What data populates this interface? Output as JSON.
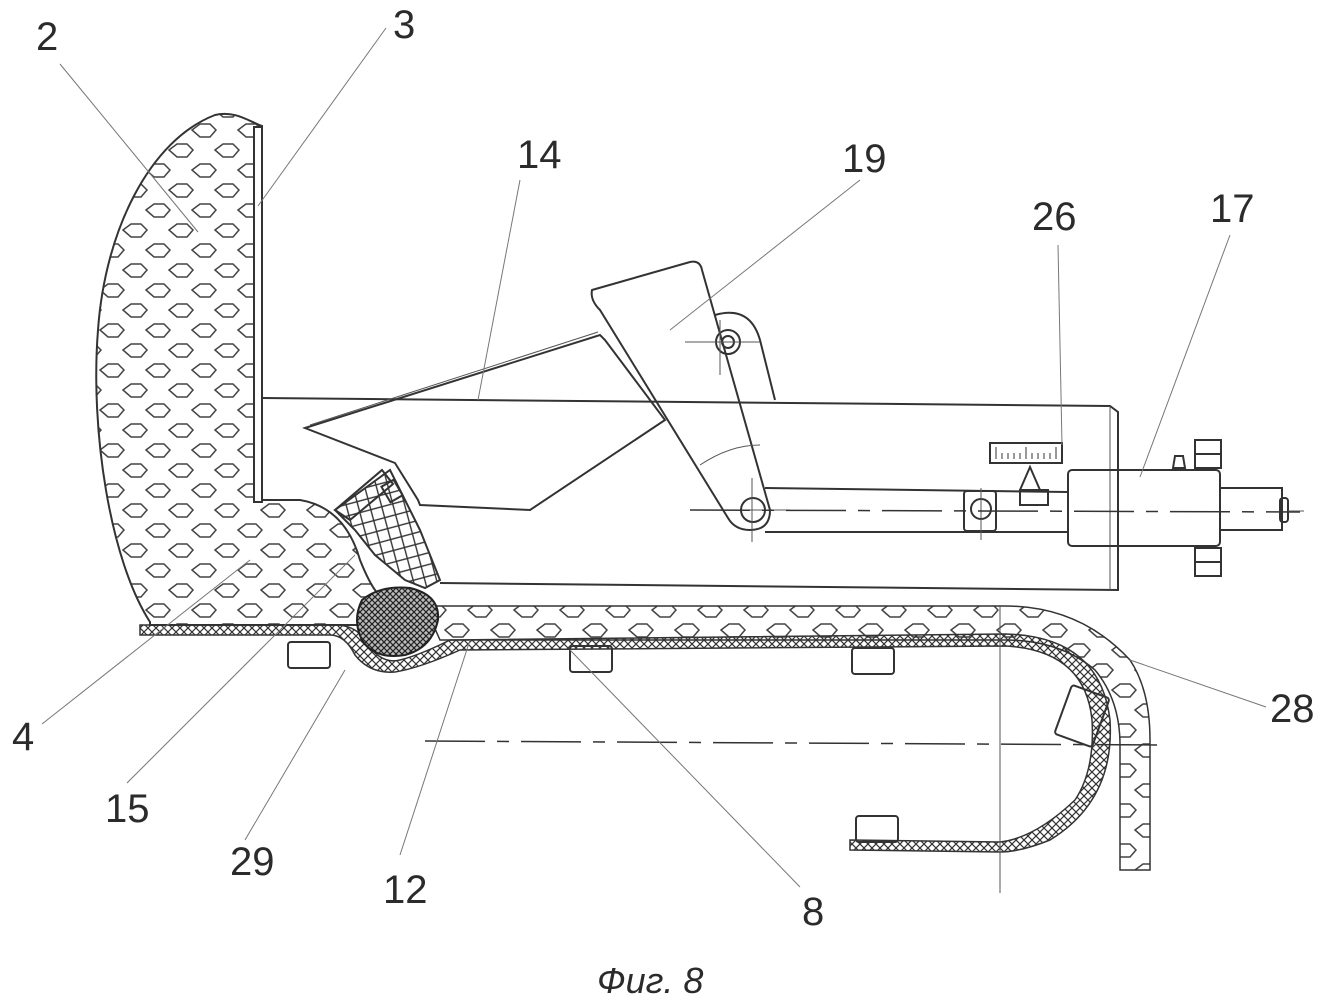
{
  "figure": {
    "caption": "Фиг. 8",
    "callouts": [
      {
        "id": "2",
        "text": "2"
      },
      {
        "id": "3",
        "text": "3"
      },
      {
        "id": "14",
        "text": "14"
      },
      {
        "id": "19",
        "text": "19"
      },
      {
        "id": "26",
        "text": "26"
      },
      {
        "id": "17",
        "text": "17"
      },
      {
        "id": "28",
        "text": "28"
      },
      {
        "id": "4",
        "text": "4"
      },
      {
        "id": "15",
        "text": "15"
      },
      {
        "id": "29",
        "text": "29"
      },
      {
        "id": "12",
        "text": "12"
      },
      {
        "id": "8",
        "text": "8"
      }
    ]
  },
  "colors": {
    "ink": "#333333",
    "paper": "#ffffff",
    "label": "#2b2b2b"
  }
}
